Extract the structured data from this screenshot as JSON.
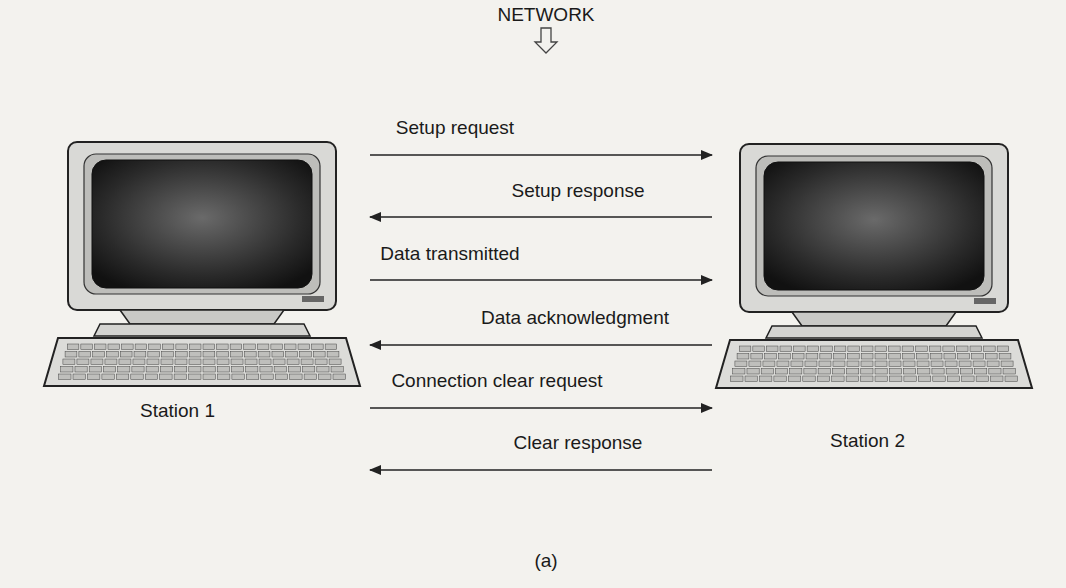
{
  "diagram": {
    "caption": "(a)",
    "nodes": [
      {
        "text": [
          "Station 1"
        ]
      },
      {
        "text": [
          "Station 2"
        ]
      }
    ],
    "edges": [
      {
        "from": 0,
        "to": 1,
        "arrow": "to",
        "label": "Setup request"
      },
      {
        "from": 1,
        "to": 0,
        "arrow": "to",
        "label": "Setup response"
      },
      {
        "from": 0,
        "to": 1,
        "arrow": "to",
        "label": "Data transmitted"
      },
      {
        "from": 1,
        "to": 0,
        "arrow": "to",
        "label": "Data acknowledgment"
      },
      {
        "from": 0,
        "to": 1,
        "arrow": "to",
        "label": "Connection clear request"
      },
      {
        "from": 1,
        "to": 0,
        "arrow": "to",
        "label": "Clear response"
      }
    ],
    "labels": [
      "NETWORK"
    ]
  }
}
